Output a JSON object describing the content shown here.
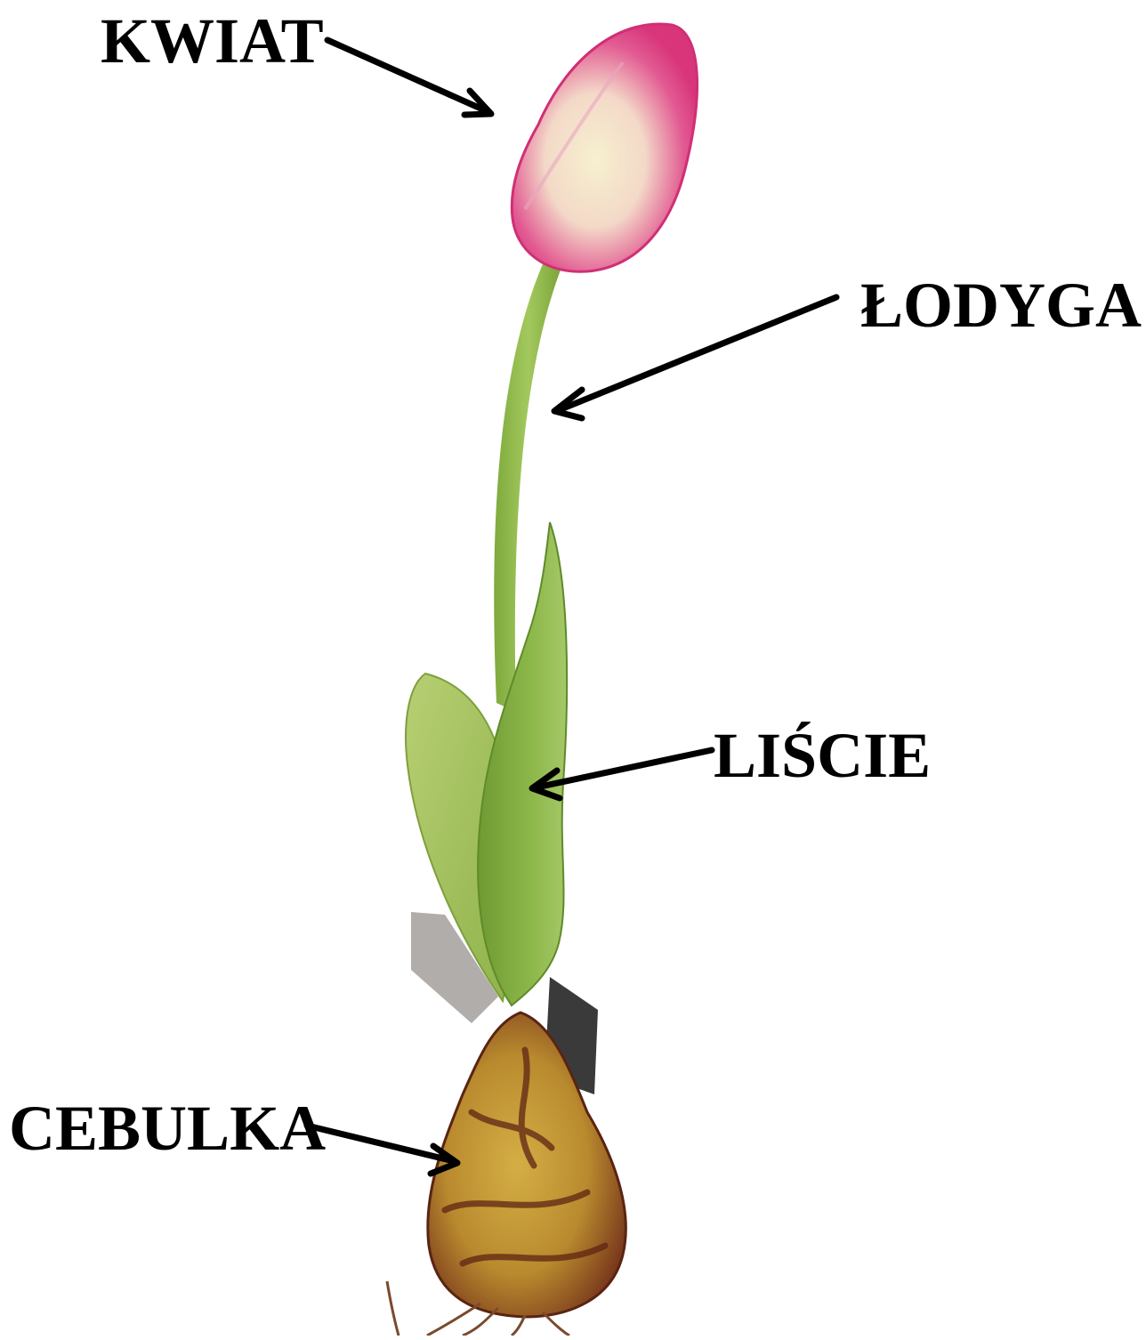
{
  "labels": {
    "flower": "KWIAT",
    "stem": "ŁODYGA",
    "leaves": "LIŚCIE",
    "bulb": "CEBULKA"
  },
  "colors": {
    "petal_pink": "#e0407f",
    "petal_cream": "#f6e9c4",
    "stem_green": "#8fb94a",
    "leaf_green": "#9cbf52",
    "leaf_dark": "#6f9a33",
    "bulb_yellow": "#c9a13a",
    "bulb_brown": "#6b2a18",
    "tag_dark": "#3a3a3a",
    "arrow": "#000000",
    "text": "#000000"
  },
  "icons": {
    "flower": "tulip-flower",
    "arrow": "arrow-pointer"
  }
}
